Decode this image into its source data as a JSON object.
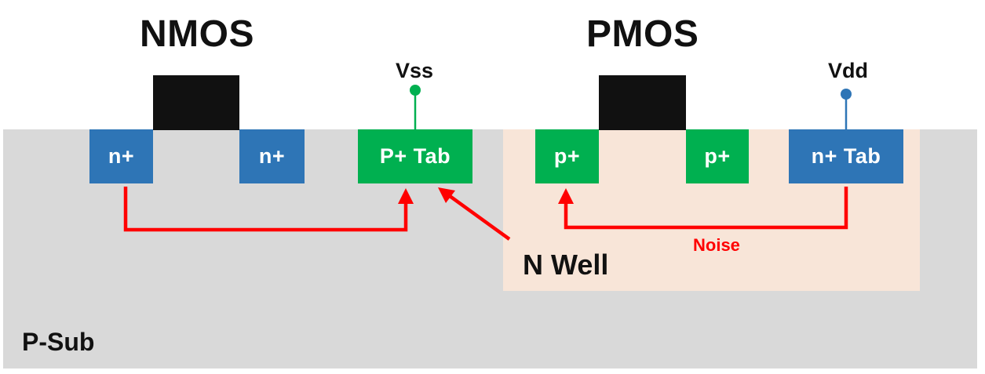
{
  "titles": {
    "nmos": "NMOS",
    "pmos": "PMOS"
  },
  "regions": {
    "substrate": "P-Sub",
    "well": "N Well"
  },
  "nmos": {
    "source": "n+",
    "drain": "n+",
    "tab": "P+ Tab",
    "tab_terminal": "Vss"
  },
  "pmos": {
    "source": "p+",
    "drain": "p+",
    "tab": "n+ Tab",
    "tab_terminal": "Vdd"
  },
  "annotations": {
    "noise": "Noise"
  },
  "colors": {
    "substrate": "#d9d9d9",
    "well": "#f8e5d8",
    "n_diffusion": "#2e75b6",
    "p_diffusion": "#00b050",
    "gate": "#111111",
    "noise_path": "#ff0000",
    "vss_terminal": "#00b050",
    "vdd_terminal": "#2e75b6"
  }
}
